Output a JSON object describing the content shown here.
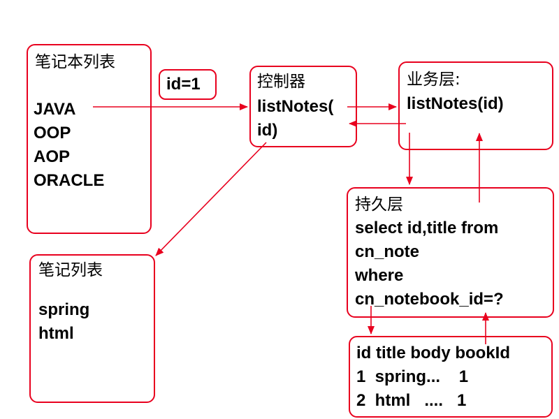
{
  "notebook_list": {
    "title": "笔记本列表",
    "items": [
      "JAVA",
      "OOP",
      "AOP",
      "ORACLE"
    ]
  },
  "id_param": {
    "label": "id=1"
  },
  "controller": {
    "title": "控制器",
    "lines": [
      "listNotes(",
      "id)"
    ]
  },
  "service": {
    "title": "业务层:",
    "lines": [
      "listNotes(id)"
    ]
  },
  "dao": {
    "title": "持久层",
    "lines": [
      "select id,title from",
      "cn_note",
      "where",
      "cn_notebook_id=?"
    ]
  },
  "db_table": {
    "lines": [
      "id title body bookId",
      "1  spring...    1",
      "2  html   ....   1"
    ]
  },
  "note_list": {
    "title": "笔记列表",
    "items": [
      "spring",
      "html"
    ]
  },
  "colors": {
    "accent": "#e8001e"
  }
}
